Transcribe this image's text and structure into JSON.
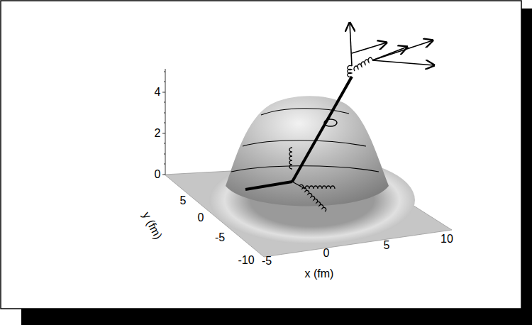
{
  "diagram": {
    "labels": [
      "4",
      "2",
      "0",
      "y (fm)",
      "5",
      "0",
      "-5",
      "-10",
      "-5",
      "0",
      "5",
      "10",
      "x (fm)"
    ]
  }
}
